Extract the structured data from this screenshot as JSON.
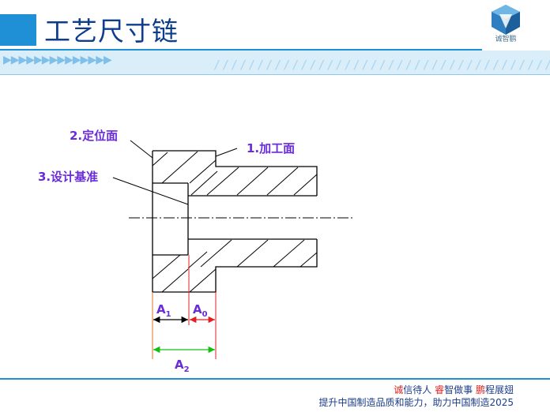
{
  "header": {
    "title": "工艺尺寸链",
    "arrows": "▶▶▶▶▶▶▶▶▶▶▶▶▶▶",
    "slashes": "////////////////////////////////////////"
  },
  "logo": {
    "text": "诚智鹏",
    "color": "#2f7fc0"
  },
  "diagram": {
    "labels": {
      "datum_surface": "2.定位面",
      "machined_surface": "1.加工面",
      "design_datum": "3.设计基准"
    },
    "dimensions": {
      "a1": "A",
      "a1_sub": "1",
      "a0": "A",
      "a0_sub": "0",
      "a2": "A",
      "a2_sub": "2"
    },
    "colors": {
      "outline": "#000000",
      "red": "#e02020",
      "green": "#10c010",
      "orange": "#e07020",
      "label": "#6a2bd9"
    }
  },
  "footer": {
    "slogan_parts": [
      {
        "text": "诚",
        "red": true
      },
      {
        "text": "信待人 ",
        "red": false
      },
      {
        "text": "睿",
        "red": true
      },
      {
        "text": "智",
        "red": false
      },
      {
        "text": "做事 ",
        "red": false
      },
      {
        "text": "鹏",
        "red": true
      },
      {
        "text": "程展翅",
        "red": false
      }
    ],
    "tagline": "提升中国制造品质和能力，助力中国制造2025"
  }
}
